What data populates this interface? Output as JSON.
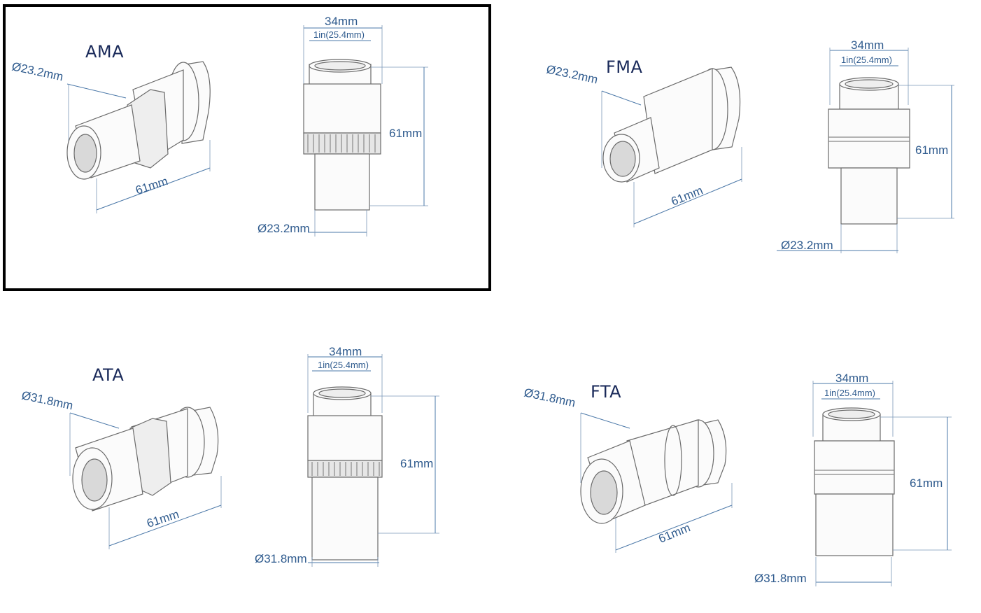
{
  "panels": [
    {
      "label": "AMA",
      "iso": {
        "dia": "Ø23.2mm",
        "len": "61mm"
      },
      "front": {
        "width": "34mm",
        "inner": "1in(25.4mm)",
        "height": "61mm",
        "dia": "Ø23.2mm"
      },
      "knurl": true
    },
    {
      "label": "FMA",
      "iso": {
        "dia": "Ø23.2mm",
        "len": "61mm"
      },
      "front": {
        "width": "34mm",
        "inner": "1in(25.4mm)",
        "height": "61mm",
        "dia": "Ø23.2mm"
      },
      "knurl": false
    },
    {
      "label": "ATA",
      "iso": {
        "dia": "Ø31.8mm",
        "len": "61mm"
      },
      "front": {
        "width": "34mm",
        "inner": "1in(25.4mm)",
        "height": "61mm",
        "dia": "Ø31.8mm"
      },
      "knurl": true
    },
    {
      "label": "FTA",
      "iso": {
        "dia": "Ø31.8mm",
        "len": "61mm"
      },
      "front": {
        "width": "34mm",
        "inner": "1in(25.4mm)",
        "height": "61mm",
        "dia": "Ø31.8mm"
      },
      "knurl": false
    }
  ],
  "colors": {
    "dimension": "#2f5b8e",
    "outline": "#6b6b6b",
    "label": "#1a2a5a",
    "frame": "#000000"
  }
}
